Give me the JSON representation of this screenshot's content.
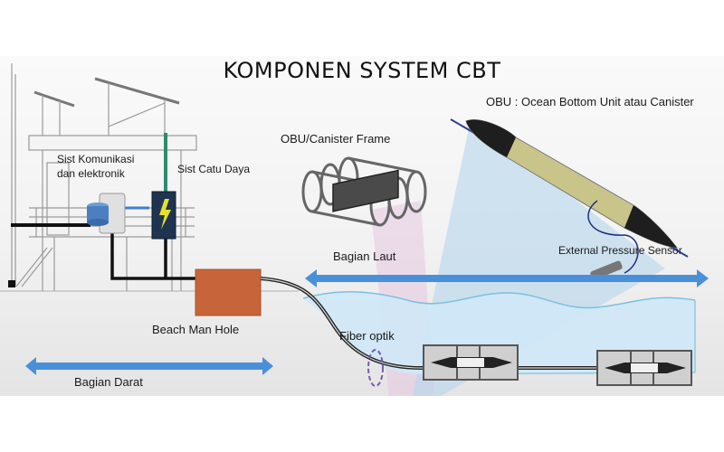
{
  "title": "KOMPONEN SYSTEM CBT",
  "labels": {
    "komunikasi_line1": "Sist Komunikasi",
    "komunikasi_line2": "dan elektronik",
    "catu_daya": "Sist Catu Daya",
    "frame": "OBU/Canister Frame",
    "obu": "OBU : Ocean Bottom Unit atau Canister",
    "pressure_sensor": "External Pressure Sensor",
    "bagian_laut": "Bagian Laut",
    "beach_man_hole": "Beach Man Hole",
    "fiber_optik": "Fiber optik",
    "bagian_darat": "Bagian Darat"
  },
  "colors": {
    "arrow_blue": "#4a90d9",
    "manhole_orange": "#c8643a",
    "sea_blue": "#cfe8f7",
    "wave_line": "#7cc0df",
    "power_box": "#1f3450",
    "lightning": "#e6e02a",
    "cable_green": "#2e8b6e",
    "fiber_marker": "#7a5ca8"
  }
}
